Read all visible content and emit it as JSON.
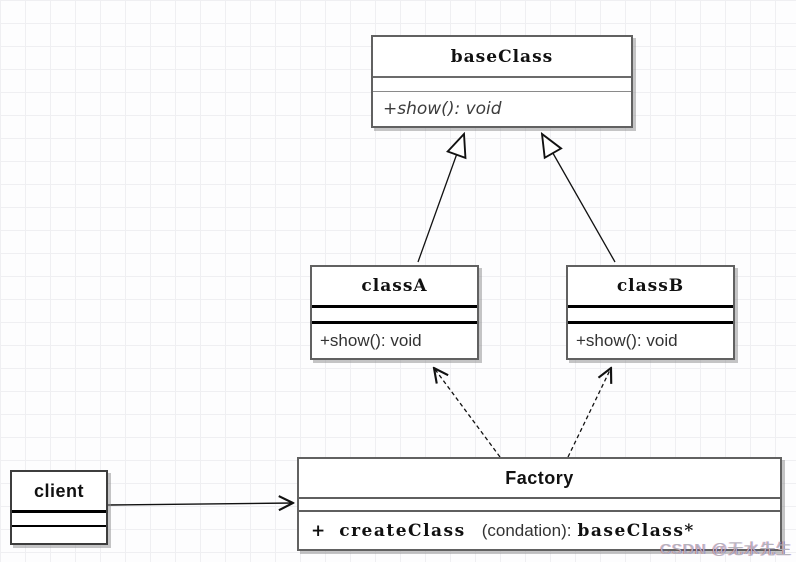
{
  "diagram": {
    "base_class": {
      "name": "baseClass",
      "method": "+show(): void"
    },
    "class_a": {
      "name": "classA",
      "method": "+show(): void"
    },
    "class_b": {
      "name": "classB",
      "method": "+show(): void"
    },
    "factory": {
      "name": "Factory",
      "method_visibility": "+",
      "method_name": "createClass",
      "method_params": "(condation):",
      "method_return": "baseClass*"
    },
    "client": {
      "name": "client"
    },
    "relations": [
      {
        "from": "classA",
        "to": "baseClass",
        "type": "generalization",
        "line": "solid",
        "head": "hollow-triangle"
      },
      {
        "from": "classB",
        "to": "baseClass",
        "type": "generalization",
        "line": "solid",
        "head": "hollow-triangle"
      },
      {
        "from": "Factory",
        "to": "classA",
        "type": "dependency",
        "line": "dashed",
        "head": "open-arrow"
      },
      {
        "from": "Factory",
        "to": "classB",
        "type": "dependency",
        "line": "dashed",
        "head": "open-arrow"
      },
      {
        "from": "client",
        "to": "Factory",
        "type": "association",
        "line": "solid",
        "head": "open-arrow"
      }
    ]
  },
  "watermark": {
    "text": "CSDN @无水先生"
  },
  "colors": {
    "background": "#fdfdfe",
    "grid_line": "#efeff2",
    "box_border": "#616161",
    "divider_black": "#000000",
    "line_stroke": "#111111",
    "watermark_gray": "#b3b3ba"
  }
}
